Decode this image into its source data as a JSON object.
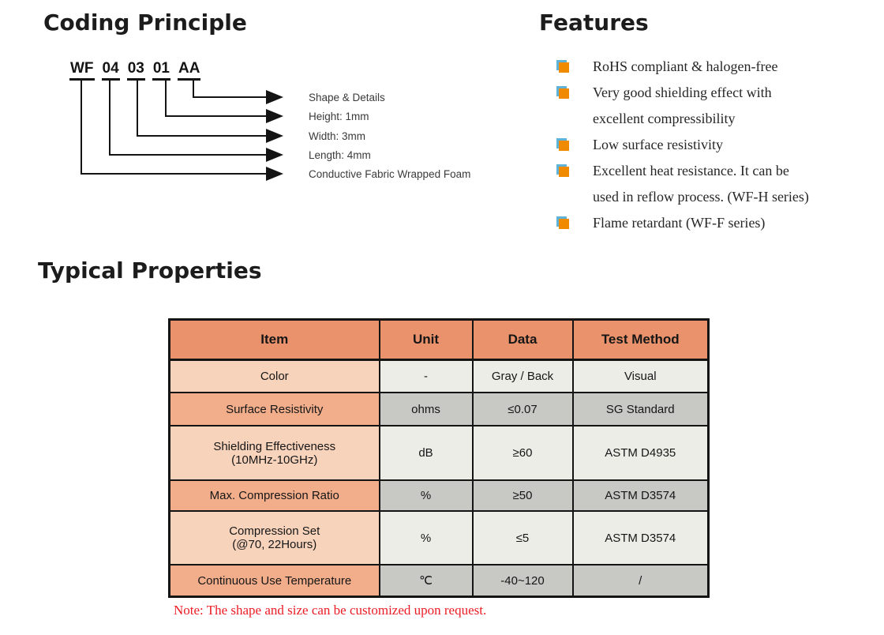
{
  "coding": {
    "title": "Coding Principle",
    "code_parts": [
      "WF",
      "04",
      "03",
      "01",
      "AA"
    ],
    "labels": [
      "Shape & Details",
      "Height: 1mm",
      "Width: 3mm",
      "Length: 4mm",
      "Conductive Fabric Wrapped Foam"
    ]
  },
  "features": {
    "title": "Features",
    "items": [
      "RoHS compliant & halogen-free",
      "Very good shielding effect with\nexcellent compressibility",
      "Low surface resistivity",
      "Excellent heat resistance. It can be\nused in reflow process. (WF-H series)",
      "Flame retardant (WF-F series)"
    ]
  },
  "properties": {
    "title": "Typical Properties",
    "table": {
      "headers": [
        "Item",
        "Unit",
        "Data",
        "Test Method"
      ],
      "rows": [
        {
          "item": "Color",
          "unit": "-",
          "data": "Gray / Back",
          "test": "Visual"
        },
        {
          "item": "Surface Resistivity",
          "unit": "ohms",
          "data": "≤0.07",
          "test": "SG Standard"
        },
        {
          "item": "Shielding Effectiveness\n(10MHz-10GHz)",
          "unit": "dB",
          "data": "≥60",
          "test": "ASTM D4935"
        },
        {
          "item": "Max. Compression Ratio",
          "unit": "%",
          "data": "≥50",
          "test": "ASTM D3574"
        },
        {
          "item": "Compression Set\n(@70, 22Hours)",
          "unit": "%",
          "data": "≤5",
          "test": "ASTM D3574"
        },
        {
          "item": "Continuous Use Temperature",
          "unit": "℃",
          "data": "-40~120",
          "test": "/"
        }
      ]
    },
    "note": "Note: The shape and size can be customized upon request."
  },
  "colors": {
    "table_header_bg": "#EA926B",
    "item_cell_light": "#F8D3BC",
    "item_cell_dark": "#F2AE8B",
    "value_cell_light": "#EDEDE8",
    "value_cell_dark": "#C8C8C4",
    "bullet_orange": "#F08A00",
    "bullet_blue": "#5FB3D9",
    "note_red": "#EC1C24",
    "line_black": "#141414"
  }
}
